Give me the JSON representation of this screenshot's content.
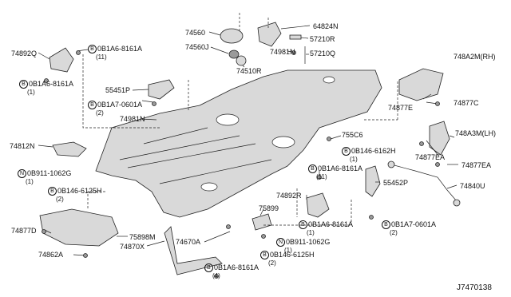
{
  "diagram_id": "J7470138",
  "callouts": {
    "c74560": "74560",
    "c64824N": "64824N",
    "c74560J": "74560J",
    "c57210R": "57210R",
    "c74981N_top": "74981N",
    "c57210Q": "57210Q",
    "c74892Q": "74892Q",
    "c0B1A6_8161A_a": "0B1A6-8161A",
    "c0B1A6_8161A_a_qty": "(11)",
    "c74510R": "74510R",
    "c748A2M": "748A2M(RH)",
    "c0B1A6_8161A_b": "0B1A6-8161A",
    "c0B1A6_8161A_b_qty": "(1)",
    "c55451P": "55451P",
    "c0B1A7_0601A_a": "0B1A7-0601A",
    "c0B1A7_0601A_a_qty": "(2)",
    "c74877E": "74877E",
    "c74877C": "74877C",
    "c74981N_mid": "74981N",
    "c74812N": "74812N",
    "c755C6": "755C6",
    "c0B146_6162H": "0B146-6162H",
    "c0B146_6162H_qty": "(1)",
    "c748A3M": "748A3M(LH)",
    "c74877EA_a": "74877EA",
    "c74877EA_b": "74877EA",
    "c0B1A6_8161A_c": "0B1A6-8161A",
    "c0B1A6_8161A_c_qty": "(11)",
    "c0B911_1062G_a": "0B911-1062G",
    "c0B911_1062G_a_qty": "(1)",
    "c55452P": "55452P",
    "c74840U": "74840U",
    "c0B146_6125H_a": "0B146-6125H",
    "c0B146_6125H_a_qty": "(2)",
    "c74892R": "74892R",
    "c75899": "75899",
    "c0B1A6_8161A_d": "0B1A6-8161A",
    "c0B1A6_8161A_d_qty": "(1)",
    "c74877D": "74877D",
    "c75898M": "75898M",
    "c0B1A7_0601A_b": "0B1A7-0601A",
    "c0B1A7_0601A_b_qty": "(2)",
    "c74870X": "74870X",
    "c74670A": "74670A",
    "c0B911_1062G_b": "0B911-1062G",
    "c0B911_1062G_b_qty": "(1)",
    "c0B146_6125H_b": "0B146-6125H",
    "c0B146_6125H_b_qty": "(2)",
    "c74862A": "74862A",
    "c0B1A6_8161A_e": "0B1A6-8161A",
    "c0B1A6_8161A_e_qty": "(4)"
  },
  "symbols": {
    "bolt": "B",
    "nut": "N"
  }
}
